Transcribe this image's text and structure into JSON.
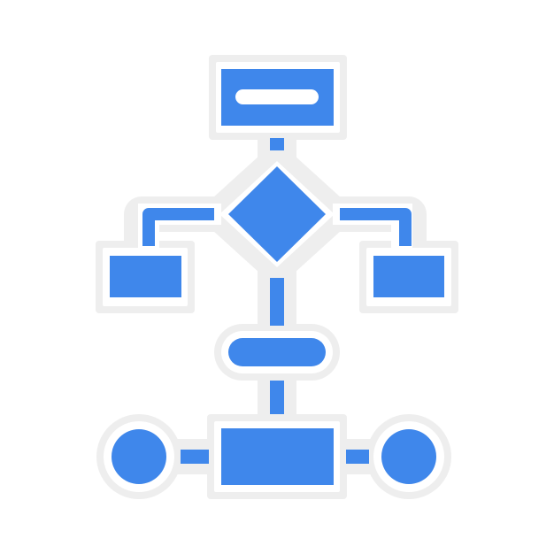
{
  "icon": {
    "name": "flowchart-icon",
    "colors": {
      "fill": "#3F87EB",
      "outline": "#EEEEEE",
      "gap": "#FFFFFF",
      "background": "#FFFFFF"
    },
    "shapes": [
      "process-box-top",
      "start-bar",
      "decision-diamond",
      "left-branch-box",
      "right-branch-box",
      "terminator-pill",
      "process-box-bottom",
      "left-circle-node",
      "right-circle-node"
    ]
  }
}
